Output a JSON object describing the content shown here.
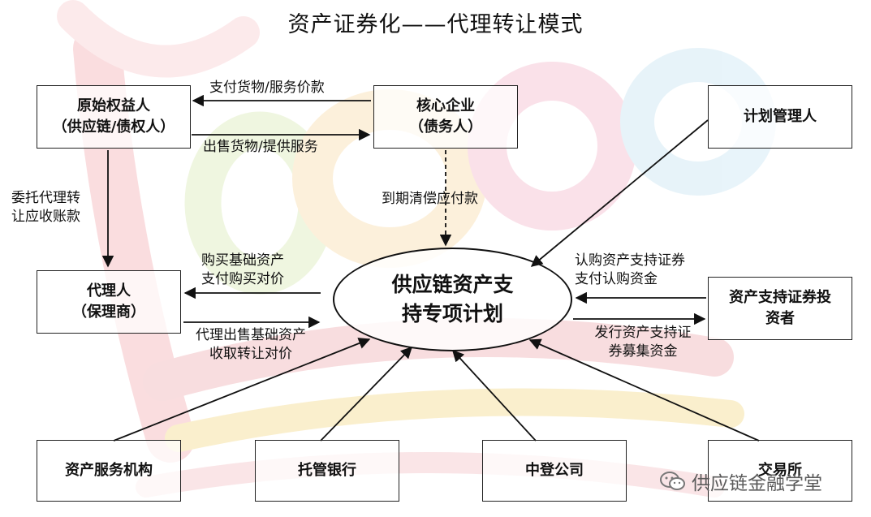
{
  "title": "资产证券化——代理转让模式",
  "nodes": {
    "original": [
      "原始权益人",
      "（供应链/债权人）"
    ],
    "core": [
      "核心企业",
      "（债务人）"
    ],
    "manager": [
      "计划管理人"
    ],
    "agent": [
      "代理人",
      "（保理商）"
    ],
    "center": [
      "供应链资产支",
      "持专项计划"
    ],
    "investor": [
      "资产支持证券投",
      "资者"
    ],
    "servicer": [
      "资产服务机构"
    ],
    "custodian": [
      "托管银行"
    ],
    "registry": [
      "中登公司"
    ],
    "exchange": [
      "交易所"
    ]
  },
  "edge_labels": {
    "pay_goods": "支付货物/服务价款",
    "sell_goods": "出售货物/提供服务",
    "entrust": [
      "委托代理转",
      "让应收账款"
    ],
    "repay": "到期清偿应付款",
    "buy_assets": [
      "购买基础资产",
      "支付购买对价"
    ],
    "agent_sell": [
      "代理出售基础资产",
      "收取转让对价"
    ],
    "subscribe": [
      "认购资产支持证券",
      "支付认购资金"
    ],
    "issue": [
      "发行资产支持证",
      "券募集资金"
    ]
  },
  "watermark": "供应链金融学堂",
  "colors": {
    "line": "#111111",
    "text": "#111111",
    "watermark": "#5b5b5b"
  }
}
